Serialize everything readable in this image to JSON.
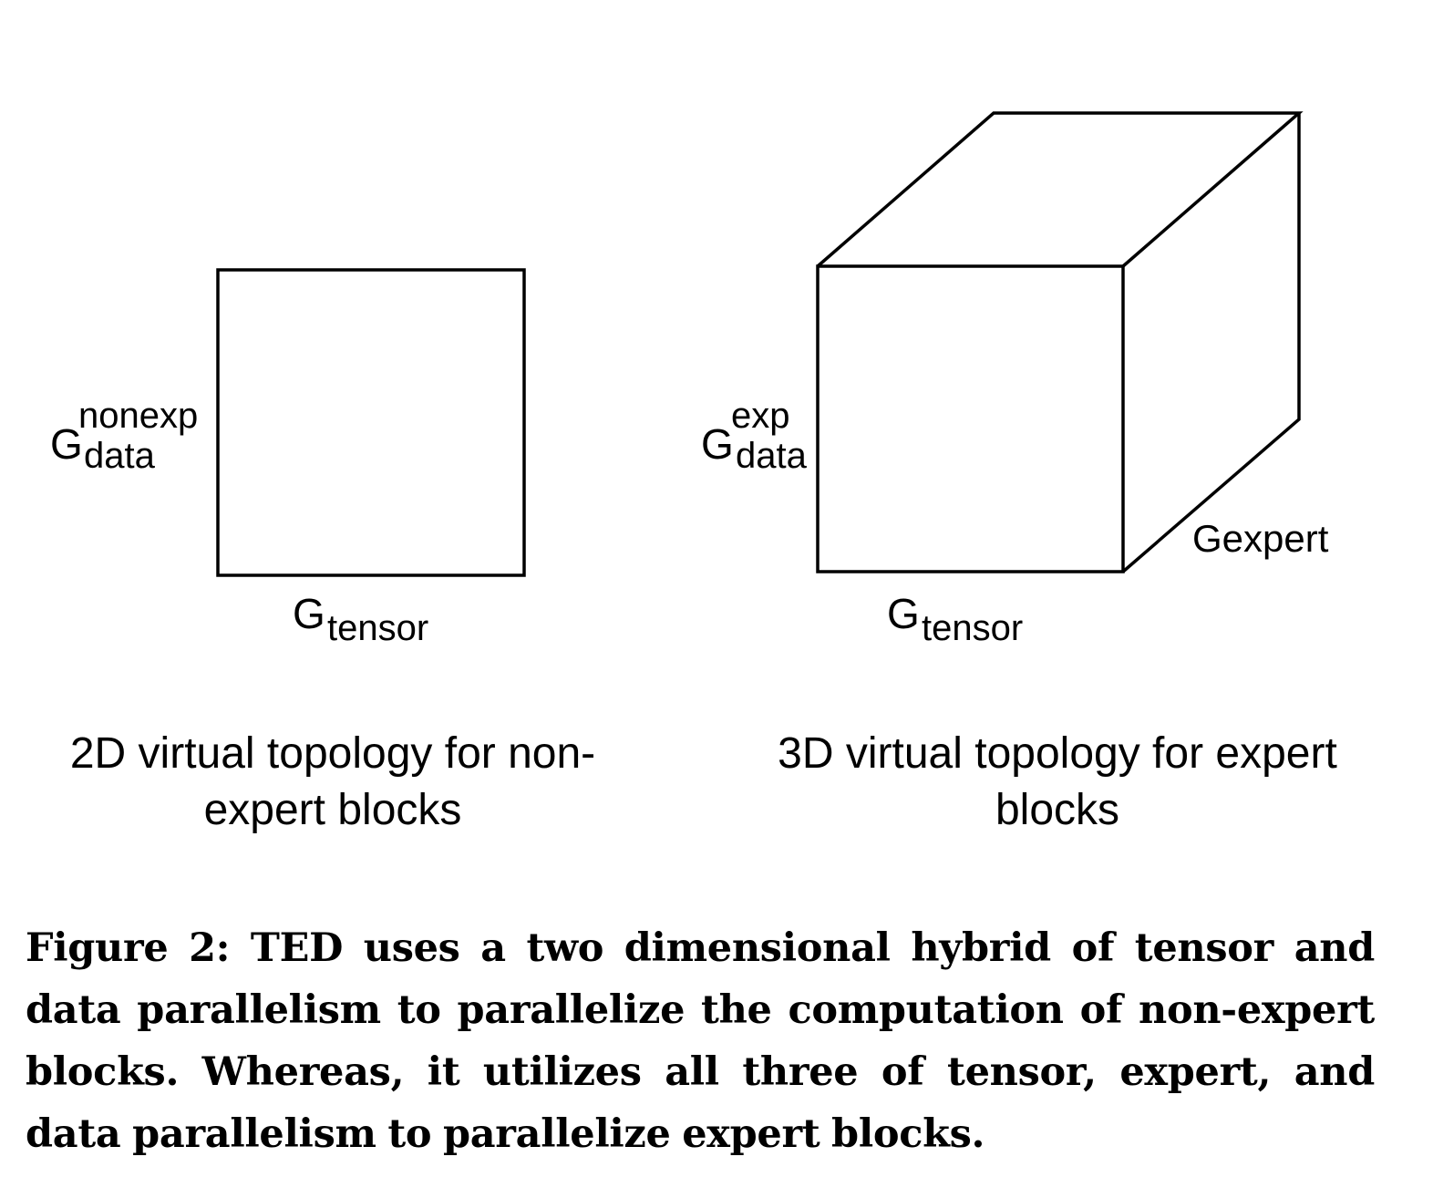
{
  "left_panel": {
    "y_axis": {
      "base": "G",
      "sup": "nonexp",
      "sub": "data"
    },
    "x_axis": {
      "base": "G",
      "sub": "tensor"
    },
    "caption": "2D virtual topology for non-expert blocks"
  },
  "right_panel": {
    "y_axis": {
      "base": "G",
      "sup": "exp",
      "sub": "data"
    },
    "x_axis": {
      "base": "G",
      "sub": "tensor"
    },
    "z_axis": {
      "text": "Gexpert"
    },
    "caption": "3D virtual topology for expert blocks"
  },
  "figure_caption": "Figure 2: TED uses a two dimensional hybrid of tensor and data parallelism to parallelize the computation of non-expert blocks. Whereas, it utilizes all three of tensor, expert, and data parallelism to parallelize expert blocks.",
  "colors": {
    "stroke": "#000000",
    "background": "#ffffff"
  }
}
